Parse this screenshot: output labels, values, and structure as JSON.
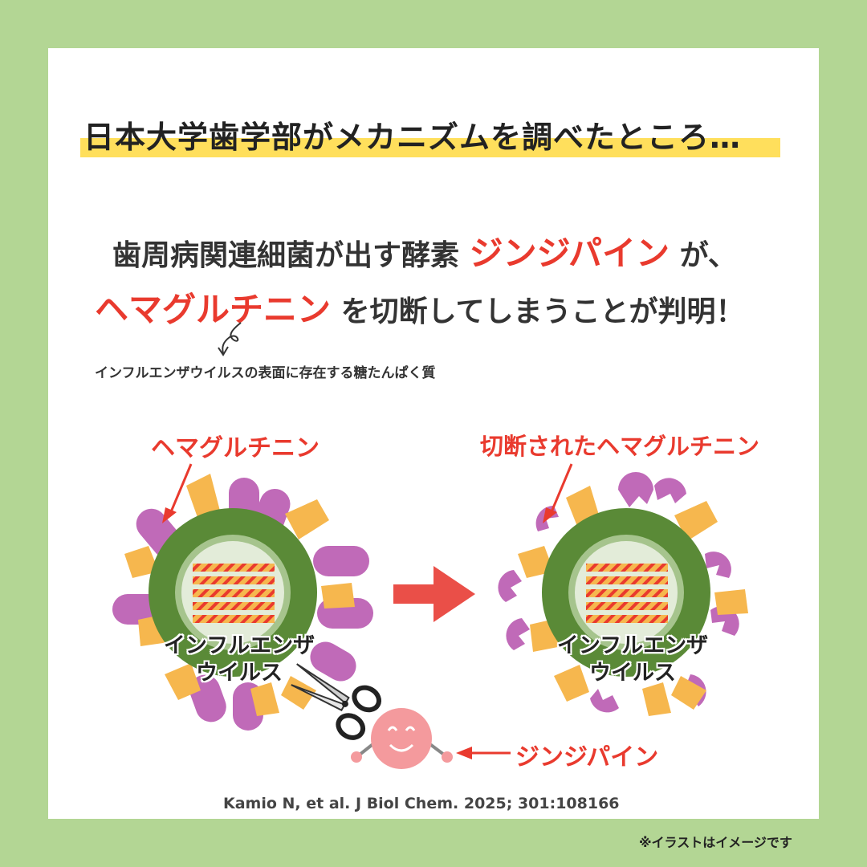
{
  "headline": "日本大学歯学部がメカニズムを調べたところ…",
  "lead": {
    "line1_before": "歯周病関連細菌が出す酵素",
    "line1_highlight": "ジンジパイン",
    "line1_after": "が、",
    "line2_highlight": "ヘマグルチニン",
    "line2_after": "を切断してしまうことが判明！"
  },
  "note": "インフルエンザウイルスの表面に存在する糖たんぱく質",
  "diagram": {
    "left_label": "ヘマグルチニン",
    "right_label": "切断されたヘマグルチニン",
    "virus_line1": "インフルエンザ",
    "virus_line2": "ウイルス",
    "enzyme_label": "ジンジパイン"
  },
  "citation": "Kamio N, et al. J Biol Chem. 2025; 301:108166",
  "footnote": "※イラストはイメージです",
  "colors": {
    "background": "#b3d694",
    "highlight_bar": "#ffdf5c",
    "accent_red": "#e93a2e",
    "virus_green": "#5a8a37",
    "hemagglutinin_purple": "#c06ab8",
    "spike_orange": "#f6b74e",
    "enzyme_pink": "#f49a9d"
  },
  "icons": [
    "scissors-icon",
    "right-arrow-icon",
    "smiley-enzyme-icon",
    "curly-arrow-icon"
  ]
}
